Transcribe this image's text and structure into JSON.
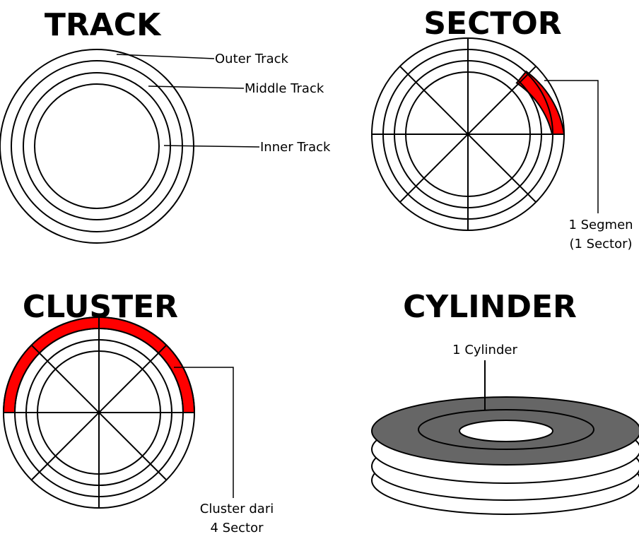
{
  "track": {
    "title": "TRACK",
    "outer_label": "Outer Track",
    "middle_label": "Middle Track",
    "inner_label": "Inner Track"
  },
  "sector": {
    "title": "SECTOR",
    "label_line1": "1 Segmen",
    "label_line2": "(1 Sector)"
  },
  "cluster": {
    "title": "CLUSTER",
    "label_line1": "Cluster dari",
    "label_line2": "4 Sector"
  },
  "cylinder": {
    "title": "CYLINDER",
    "label": "1 Cylinder"
  },
  "colors": {
    "highlight": "#ff0000",
    "platter_dark": "#666666",
    "stroke": "#000000"
  }
}
